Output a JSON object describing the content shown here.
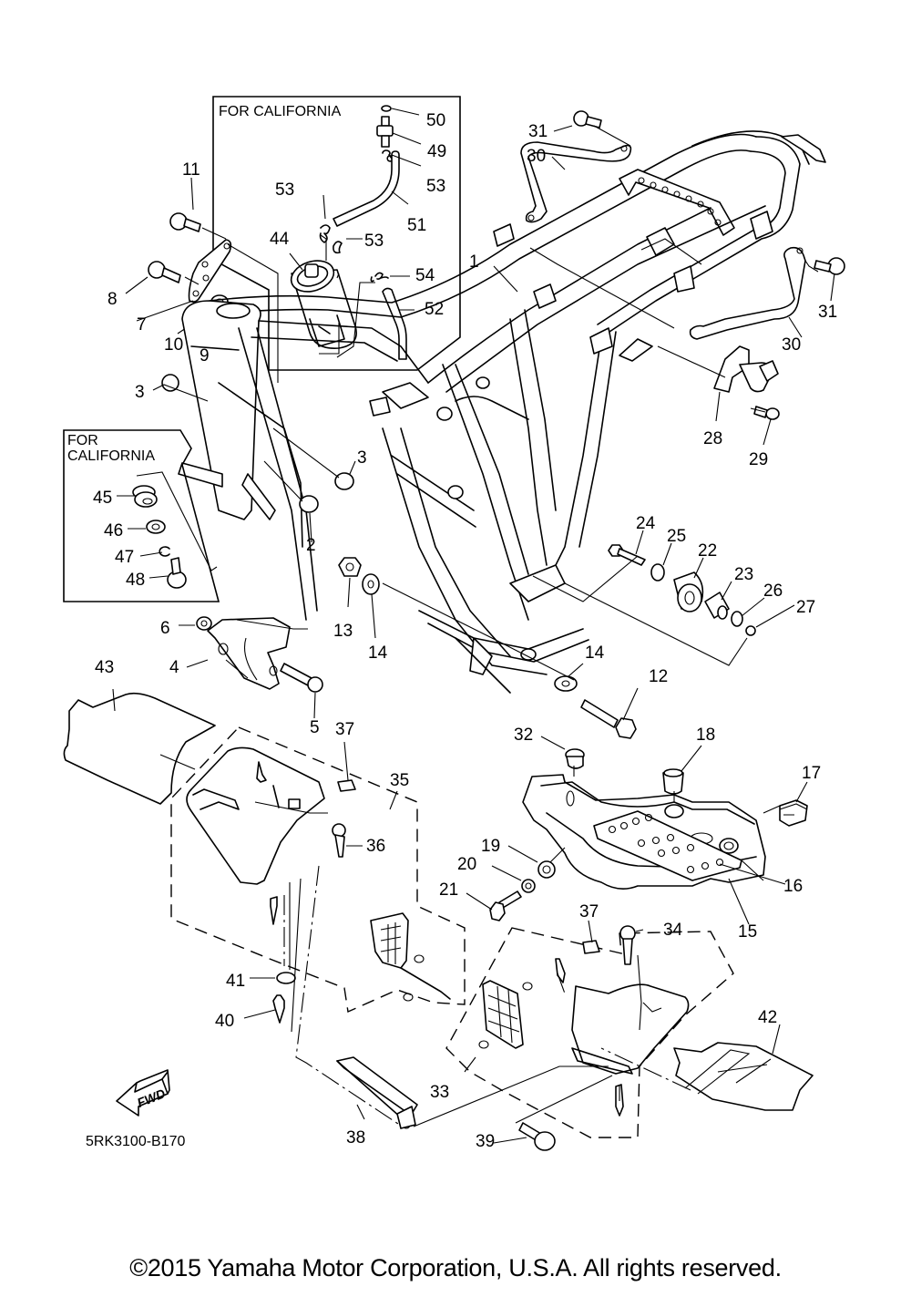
{
  "diagram": {
    "part_code": "5RK3100-B170",
    "fwd_label": "FWD",
    "california_box_top_label": "FOR CALIFORNIA",
    "california_box_left_label_line1": "FOR",
    "california_box_left_label_line2": "CALIFORNIA",
    "copyright": "©2015 Yamaha Motor Corporation, U.S.A. All rights reserved.",
    "callouts": [
      {
        "id": "1",
        "label": "1"
      },
      {
        "id": "2",
        "label": "2"
      },
      {
        "id": "3a",
        "label": "3"
      },
      {
        "id": "3b",
        "label": "3"
      },
      {
        "id": "4",
        "label": "4"
      },
      {
        "id": "5",
        "label": "5"
      },
      {
        "id": "6",
        "label": "6"
      },
      {
        "id": "7",
        "label": "7"
      },
      {
        "id": "8",
        "label": "8"
      },
      {
        "id": "9",
        "label": "9"
      },
      {
        "id": "10",
        "label": "10"
      },
      {
        "id": "11",
        "label": "11"
      },
      {
        "id": "12",
        "label": "12"
      },
      {
        "id": "13",
        "label": "13"
      },
      {
        "id": "14a",
        "label": "14"
      },
      {
        "id": "14b",
        "label": "14"
      },
      {
        "id": "15",
        "label": "15"
      },
      {
        "id": "16",
        "label": "16"
      },
      {
        "id": "17",
        "label": "17"
      },
      {
        "id": "18",
        "label": "18"
      },
      {
        "id": "19",
        "label": "19"
      },
      {
        "id": "20",
        "label": "20"
      },
      {
        "id": "21",
        "label": "21"
      },
      {
        "id": "22",
        "label": "22"
      },
      {
        "id": "23",
        "label": "23"
      },
      {
        "id": "24",
        "label": "24"
      },
      {
        "id": "25",
        "label": "25"
      },
      {
        "id": "26",
        "label": "26"
      },
      {
        "id": "27",
        "label": "27"
      },
      {
        "id": "28",
        "label": "28"
      },
      {
        "id": "29",
        "label": "29"
      },
      {
        "id": "30a",
        "label": "30"
      },
      {
        "id": "30b",
        "label": "30"
      },
      {
        "id": "31a",
        "label": "31"
      },
      {
        "id": "31b",
        "label": "31"
      },
      {
        "id": "32",
        "label": "32"
      },
      {
        "id": "33",
        "label": "33"
      },
      {
        "id": "34",
        "label": "34"
      },
      {
        "id": "35",
        "label": "35"
      },
      {
        "id": "36",
        "label": "36"
      },
      {
        "id": "37a",
        "label": "37"
      },
      {
        "id": "37b",
        "label": "37"
      },
      {
        "id": "38",
        "label": "38"
      },
      {
        "id": "39",
        "label": "39"
      },
      {
        "id": "40",
        "label": "40"
      },
      {
        "id": "41",
        "label": "41"
      },
      {
        "id": "42",
        "label": "42"
      },
      {
        "id": "43",
        "label": "43"
      },
      {
        "id": "44",
        "label": "44"
      },
      {
        "id": "45",
        "label": "45"
      },
      {
        "id": "46",
        "label": "46"
      },
      {
        "id": "47",
        "label": "47"
      },
      {
        "id": "48",
        "label": "48"
      },
      {
        "id": "49",
        "label": "49"
      },
      {
        "id": "50",
        "label": "50"
      },
      {
        "id": "51",
        "label": "51"
      },
      {
        "id": "52",
        "label": "52"
      },
      {
        "id": "53a",
        "label": "53"
      },
      {
        "id": "53b",
        "label": "53"
      },
      {
        "id": "53c",
        "label": "53"
      },
      {
        "id": "54",
        "label": "54"
      }
    ]
  }
}
